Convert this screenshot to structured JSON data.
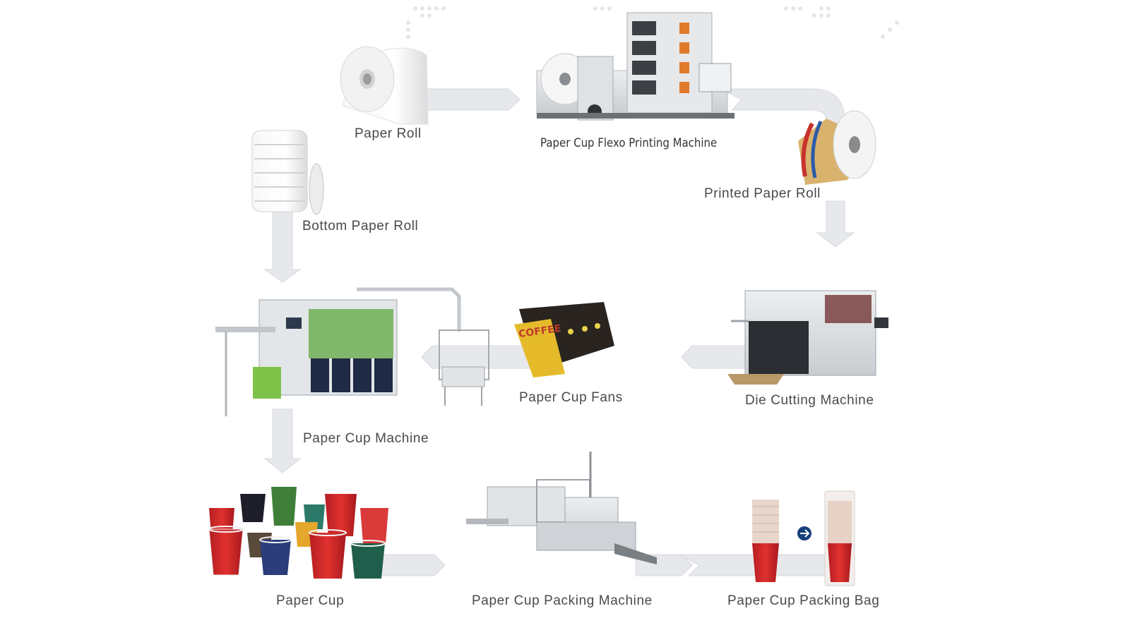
{
  "stages": {
    "paper_roll": "Paper Roll",
    "flexo_printing": "Paper Cup Flexo Printing Machine",
    "printed_roll": "Printed Paper Roll",
    "die_cutting": "Die Cutting Machine",
    "cup_fans": "Paper Cup Fans",
    "cup_machine": "Paper Cup Machine",
    "bottom_roll": "Bottom Paper Roll",
    "paper_cup": "Paper Cup",
    "packing_machine": "Paper Cup Packing Machine",
    "packing_bag": "Paper Cup Packing Bag"
  },
  "fan_print": "COFFEE",
  "colors": {
    "flow_arrow": "#e6e8eb",
    "flow_arrow_edge": "#d7dade",
    "label_text": "#4a4a4a",
    "cup_red": "#d8262b",
    "badge_blue": "#173f7a",
    "machine_grey": "#d9dcdf"
  }
}
